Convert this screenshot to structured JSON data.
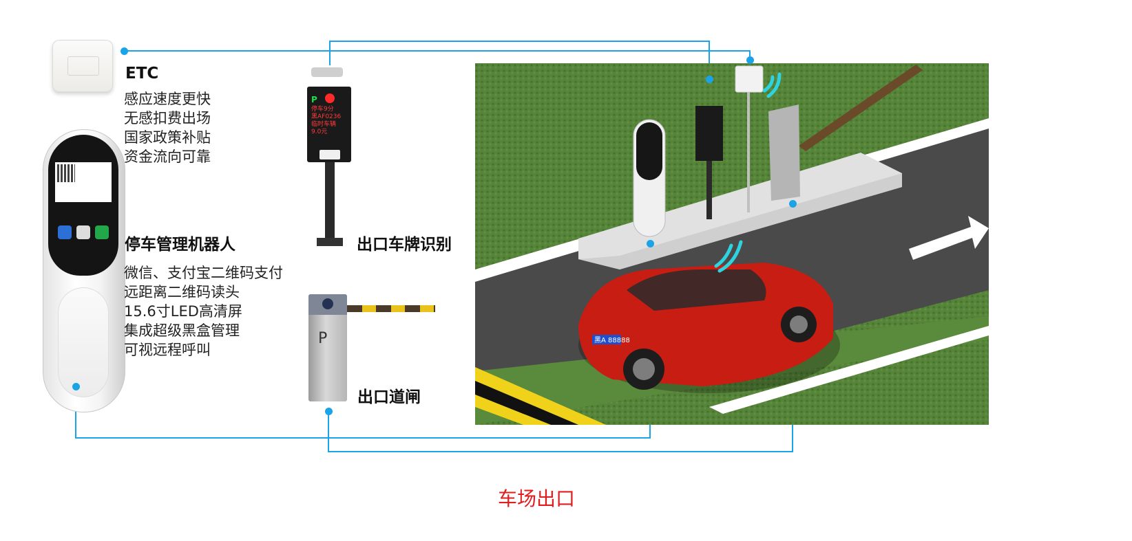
{
  "etc": {
    "title": "ETC",
    "features": [
      "感应速度更快",
      "无感扣费出场",
      "国家政策补贴",
      "资金流向可靠"
    ]
  },
  "robot": {
    "title": "停车管理机器人",
    "features": [
      "微信、支付宝二维码支付",
      "远距离二维码读头",
      "15.6寸LED高清屏",
      "集成超级黑盒管理",
      "可视远程呼叫"
    ]
  },
  "plate_recognition": {
    "title": "出口车牌识别",
    "display_p": "P",
    "display_lines": [
      "停车9分",
      "黑AF0236",
      "临时车辆",
      "9.0元"
    ]
  },
  "barrier_gate": {
    "title": "出口道闸",
    "cabinet_letter": "P"
  },
  "scene": {
    "car_plate": "黑A 88888"
  },
  "caption": "车场出口",
  "colors": {
    "connector": "#1aa3e6",
    "caption": "#e11d1d"
  }
}
